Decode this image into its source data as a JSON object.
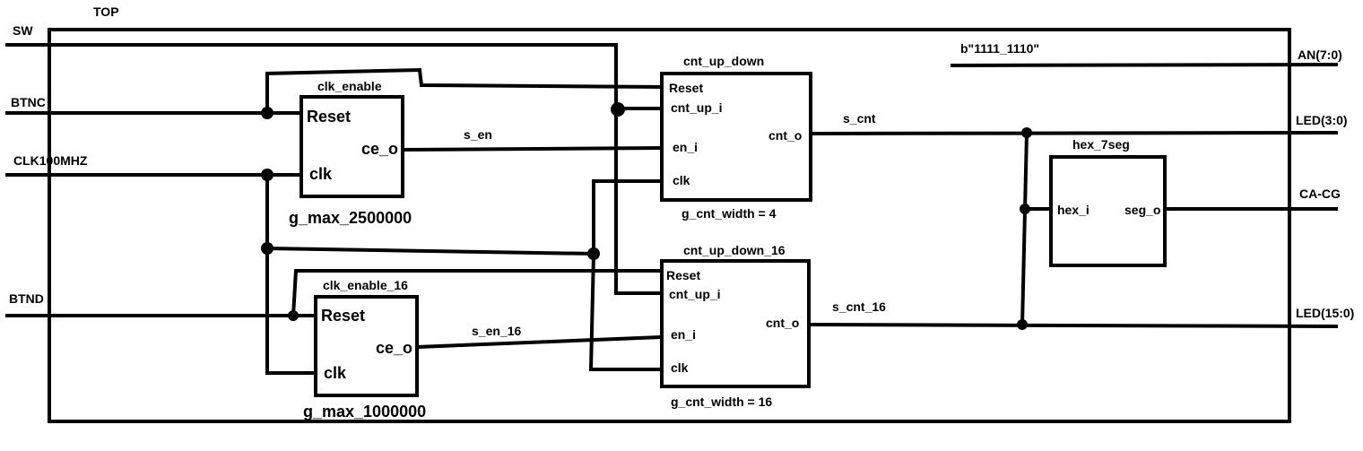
{
  "top": {
    "label": "TOP"
  },
  "inputs": {
    "sw": "SW",
    "btnc": "BTNC",
    "clk": "CLK100MHZ",
    "btnd": "BTND"
  },
  "outputs": {
    "an": "AN(7:0)",
    "led_low": "LED(3:0)",
    "seg": "CA-CG",
    "led_high": "LED(15:0)"
  },
  "constant": "b\"1111_1110\"",
  "clk_enable": {
    "name": "clk_enable",
    "reset": "Reset",
    "ce_o": "ce_o",
    "clk": "clk",
    "generic": "g_max_2500000"
  },
  "clk_enable_16": {
    "name": "clk_enable_16",
    "reset": "Reset",
    "ce_o": "ce_o",
    "clk": "clk",
    "generic": "g_max_1000000"
  },
  "cnt_up_down": {
    "name": "cnt_up_down",
    "reset": "Reset",
    "cnt_up_i": "cnt_up_i",
    "en_i": "en_i",
    "clk": "clk",
    "cnt_o": "cnt_o",
    "generic": "g_cnt_width = 4"
  },
  "cnt_up_down_16": {
    "name": "cnt_up_down_16",
    "reset": "Reset",
    "cnt_up_i": "cnt_up_i",
    "en_i": "en_i",
    "clk": "clk",
    "cnt_o": "cnt_o",
    "generic": "g_cnt_width = 16"
  },
  "hex_7seg": {
    "name": "hex_7seg",
    "hex_i": "hex_i",
    "seg_o": "seg_o"
  },
  "signals": {
    "s_en": "s_en",
    "s_en_16": "s_en_16",
    "s_cnt": "s_cnt",
    "s_cnt_16": "s_cnt_16"
  }
}
